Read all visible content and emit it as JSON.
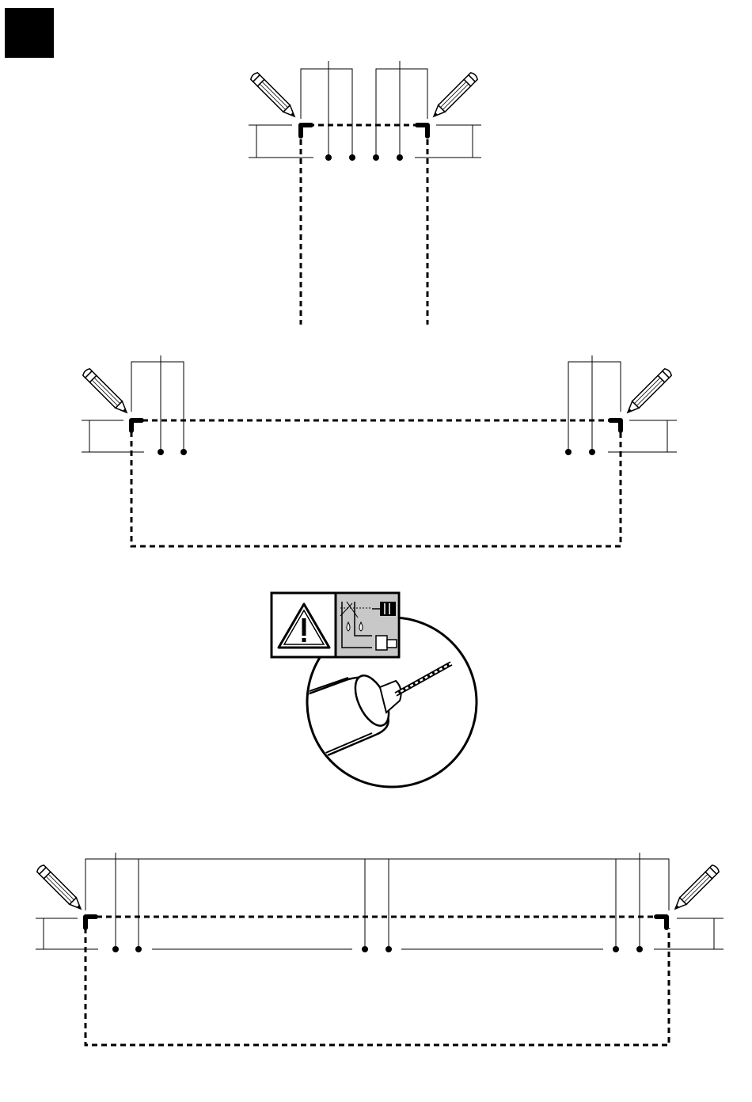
{
  "page": {
    "language_tab": "",
    "colors": {
      "ink": "#000000",
      "paper": "#ffffff",
      "warning_panel_gray": "#c8c8c8"
    }
  },
  "figures": [
    {
      "id": "narrow-spacing",
      "pencil_count": 2,
      "dot_count": 4,
      "corner_marks": 2
    },
    {
      "id": "medium-spacing",
      "pencil_count": 2,
      "dot_count": 4,
      "corner_marks": 2
    },
    {
      "id": "drill-warning",
      "icons": [
        "warning-triangle-icon",
        "hidden-pipes-icon",
        "drill-icon"
      ]
    },
    {
      "id": "wide-spacing",
      "pencil_count": 2,
      "dot_count": 6,
      "corner_marks": 2
    }
  ]
}
